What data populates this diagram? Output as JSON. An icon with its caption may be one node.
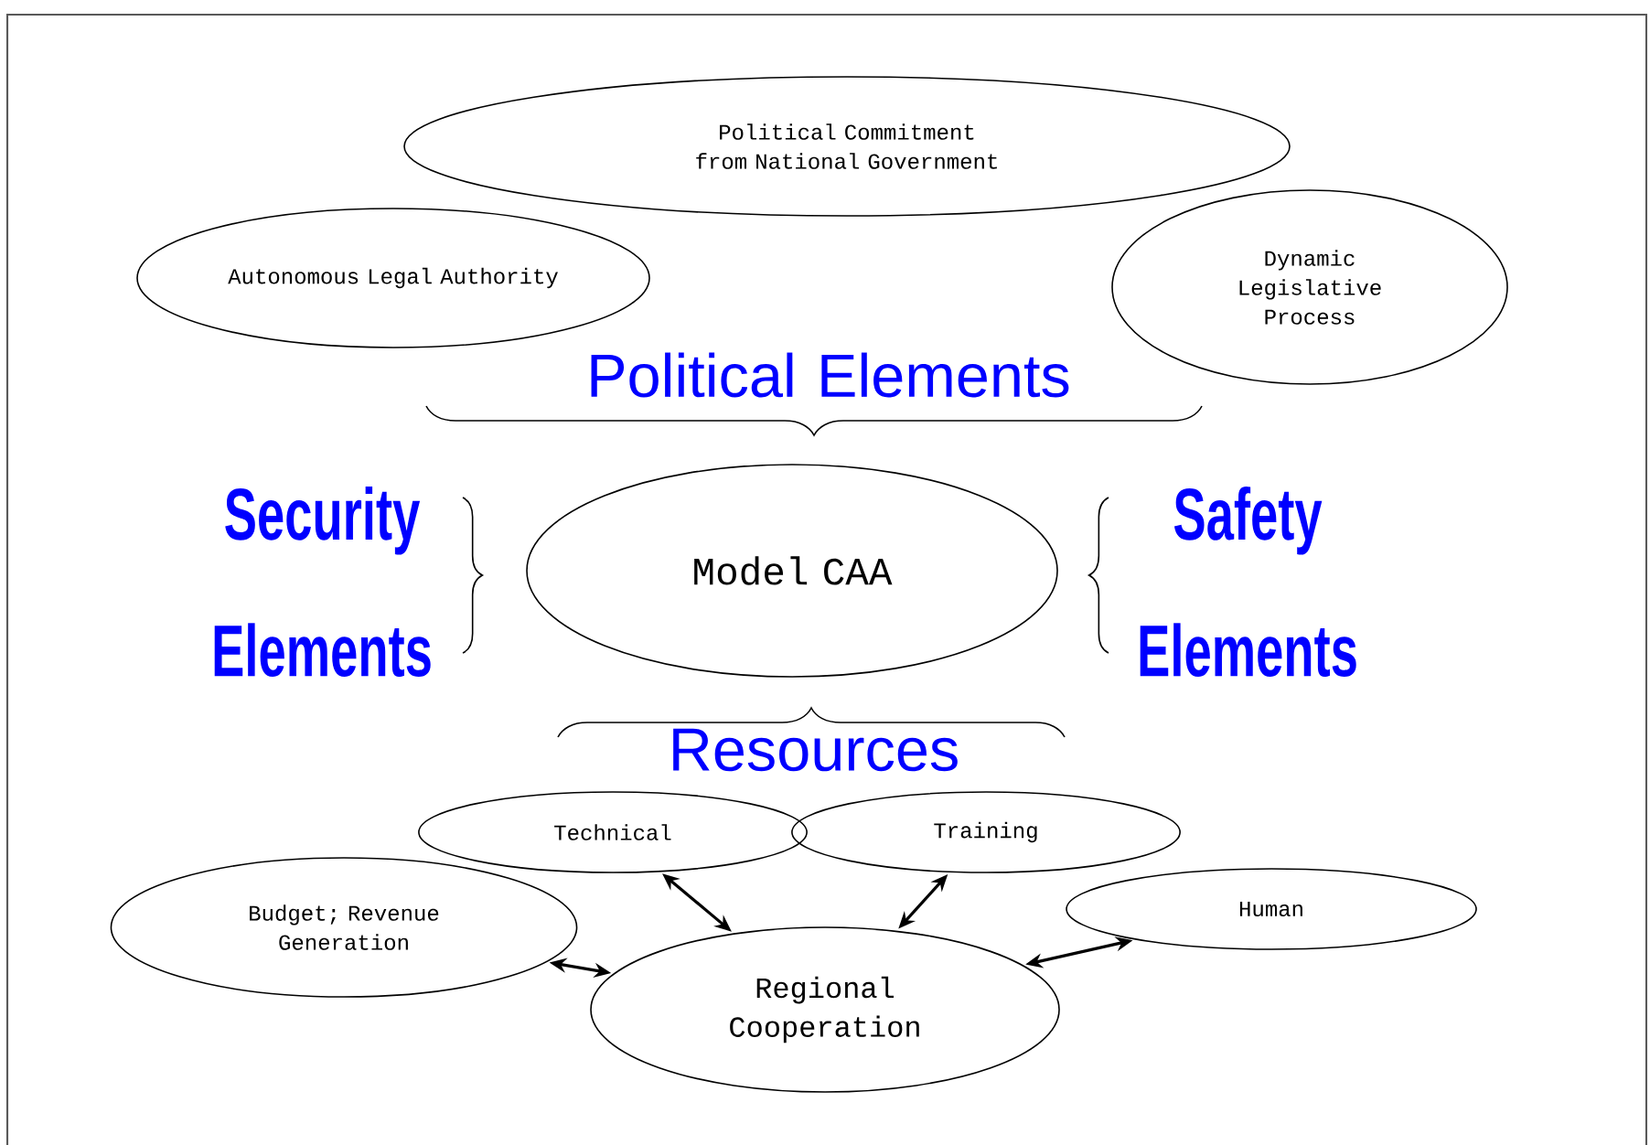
{
  "diagram": {
    "nodes": [
      {
        "text": [
          "Political Commitment from National Government"
        ]
      },
      {
        "text": [
          "Autonomous Legal Authority"
        ]
      },
      {
        "text": [
          "Dynamic Legislative Process"
        ]
      },
      {
        "text": [
          "Model CAA"
        ]
      },
      {
        "text": [
          "Technical"
        ]
      },
      {
        "text": [
          "Training"
        ]
      },
      {
        "text": [
          "Budget; Revenue Generation"
        ]
      },
      {
        "text": [
          "Human"
        ]
      },
      {
        "text": [
          "Regional Cooperation"
        ]
      }
    ],
    "edges": [
      {
        "from": 8,
        "to": 6,
        "arrow": "both"
      },
      {
        "from": 8,
        "to": 4,
        "arrow": "both"
      },
      {
        "from": 8,
        "to": 5,
        "arrow": "both"
      },
      {
        "from": 8,
        "to": 7,
        "arrow": "both"
      }
    ],
    "labels": [
      "Political Elements",
      "Security Elements",
      "Safety Elements",
      "Resources"
    ]
  }
}
